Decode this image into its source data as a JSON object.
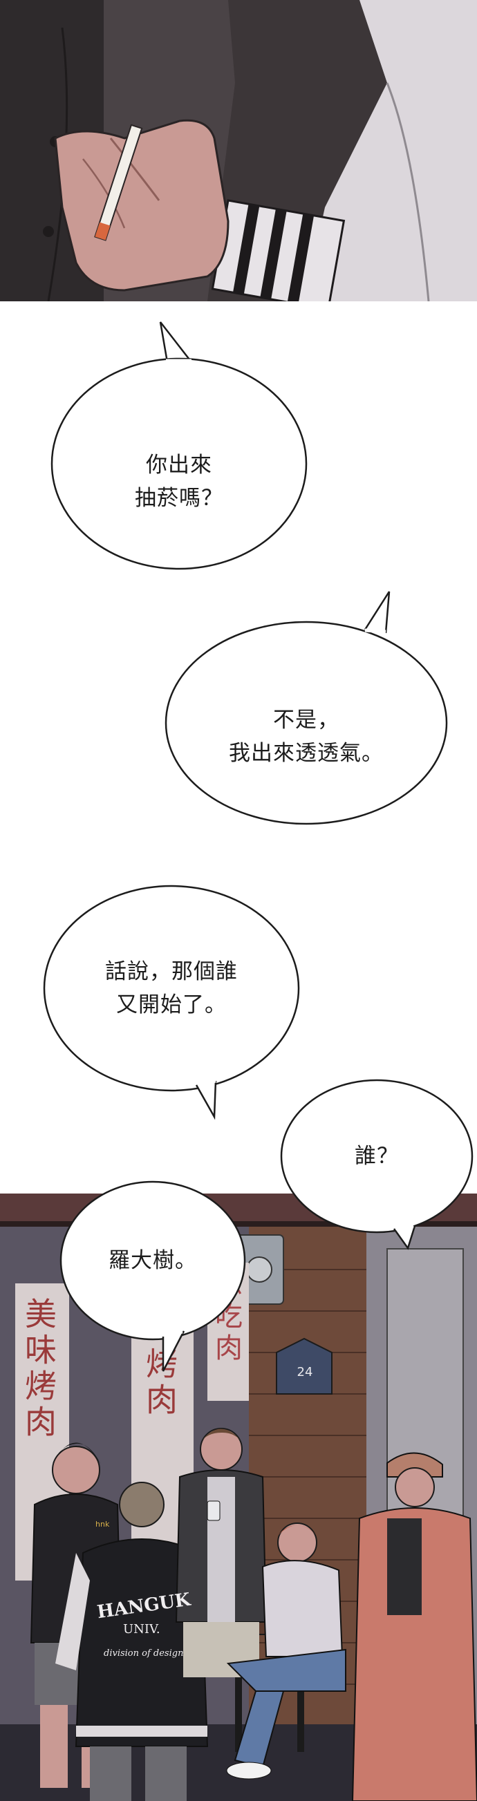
{
  "dialogue": [
    {
      "lines": [
        "你出來",
        "抽菸嗎？"
      ]
    },
    {
      "lines": [
        "不是，",
        "我出來透透氣。"
      ]
    },
    {
      "lines": [
        "話說，那個誰",
        "又開始了。"
      ]
    },
    {
      "lines": [
        "誰？"
      ]
    },
    {
      "lines": [
        "羅大樹。"
      ]
    }
  ],
  "signs": {
    "left_banner": "美味烤肉",
    "middle_banner": "味烤肉",
    "right_banner": "想吃肉",
    "door_number": "24",
    "jacket_text": "HANGUK",
    "jacket_subtext": "UNIV.",
    "jacket_script": "division of design",
    "shirt_logo": "hnk"
  },
  "colors": {
    "panel_bg_top": "#3a3537",
    "sleeve": "#d9d4d8",
    "skin": "#c99a94",
    "night_sky": "#3d3b4a",
    "brick": "#6e4a3a",
    "banner": "#d8cfcf",
    "banner_text": "#9a3a3a"
  }
}
